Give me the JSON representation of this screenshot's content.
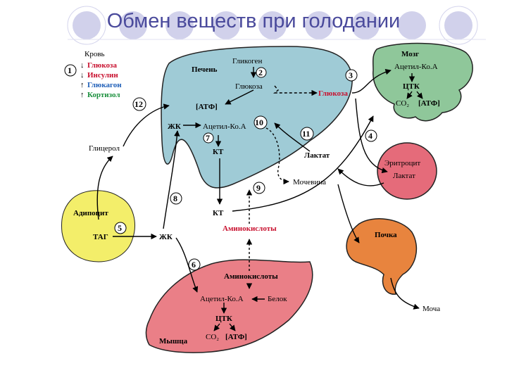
{
  "title": "Обмен веществ при голодании",
  "legend": {
    "number": "1",
    "header": "Кровь",
    "items": [
      {
        "label": "Глюкоза",
        "arrow": "↓",
        "color": "#c8102e"
      },
      {
        "label": "Инсулин",
        "arrow": "↓",
        "color": "#c8102e"
      },
      {
        "label": "Глюкагон",
        "arrow": "↑",
        "color": "#1f5fb8"
      },
      {
        "label": "Кортизол",
        "arrow": "↑",
        "color": "#1a8f3c"
      }
    ]
  },
  "organs": {
    "liver": {
      "label": "Печень",
      "color": "#9fcbd6"
    },
    "brain": {
      "label": "Мозг",
      "color": "#8fc79a"
    },
    "erythrocyte": {
      "label": "Эритроцит",
      "color": "#e56b7a"
    },
    "adipocyte": {
      "label": "Адипоцит",
      "color": "#f3ee6a"
    },
    "kidney": {
      "label": "Почка",
      "color": "#e8843e"
    },
    "muscle": {
      "label": "Мышца",
      "color": "#ea7f87"
    }
  },
  "labels": {
    "glycogen": "Гликоген",
    "glucose_liver": "Глюкоза",
    "atp_liver": "[АТФ]",
    "fa_liver": "ЖК",
    "acetylcoa_liver": "Ацетил-Ко.А",
    "kt_liver": "КТ",
    "glucose_blood": "Глюкоза",
    "acetylcoa_brain": "Ацетил-Ко.А",
    "tca_brain": "ЦТК",
    "co2_brain": "CO₂",
    "atp_brain": "[АТФ]",
    "lactate": "Лактат",
    "lactate_ery": "Лактат",
    "glycerol": "Глицерол",
    "urea": "Мочевина",
    "kt_blood": "КТ",
    "amino_blood": "Аминокислоты",
    "tag": "ТАГ",
    "fa_blood": "ЖК",
    "amino_muscle": "Аминокислоты",
    "acetylcoa_muscle": "Ацетил-Ко.А",
    "protein": "Белок",
    "tca_muscle": "ЦТК",
    "co2_muscle": "CO₂",
    "atp_muscle": "[АТФ]",
    "urine": "Моча"
  },
  "steps": [
    "2",
    "3",
    "4",
    "5",
    "6",
    "7",
    "8",
    "9",
    "10",
    "11",
    "12"
  ]
}
